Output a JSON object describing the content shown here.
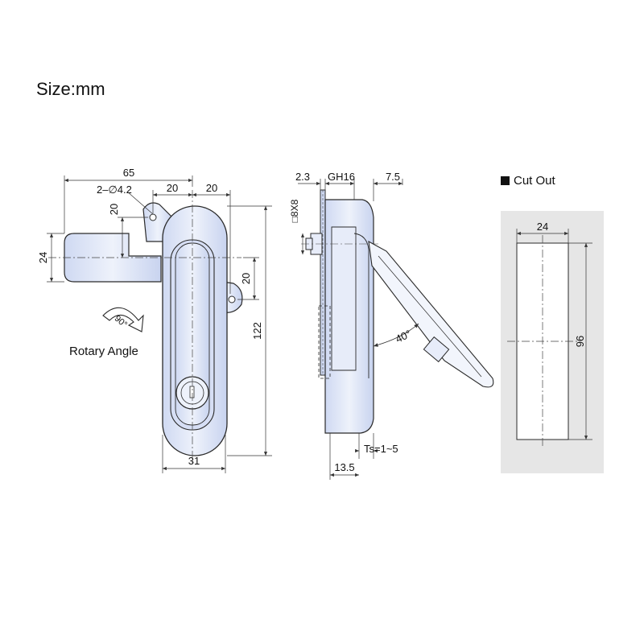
{
  "header": {
    "title": "Size:mm"
  },
  "front_view": {
    "dim_width_total": "65",
    "dim_holes": "2–∅4.2",
    "dim_hole_to_center": "20",
    "dim_center_to_right": "20",
    "dim_handle_offset": "20",
    "dim_tab_width": "24",
    "dim_lower_tab": "20",
    "dim_height": "122",
    "dim_bottom_width": "31",
    "rotary_angle_label": "Rotary Angle",
    "rotary_angle_value": "90°"
  },
  "side_view": {
    "dim_plate": "2.3",
    "dim_gh": "GH16",
    "dim_offset": "7.5",
    "dim_square": "□8X8",
    "dim_angle": "40°",
    "dim_ts": "Ts=1~5",
    "dim_depth": "13.5"
  },
  "cut_out": {
    "label": "Cut Out",
    "dim_width": "24",
    "dim_height": "96",
    "panel_color": "#e6e6e6"
  },
  "colors": {
    "part_fill": "#dfe6f7",
    "part_stroke": "#2a2a2a",
    "dim_line": "#333333"
  }
}
